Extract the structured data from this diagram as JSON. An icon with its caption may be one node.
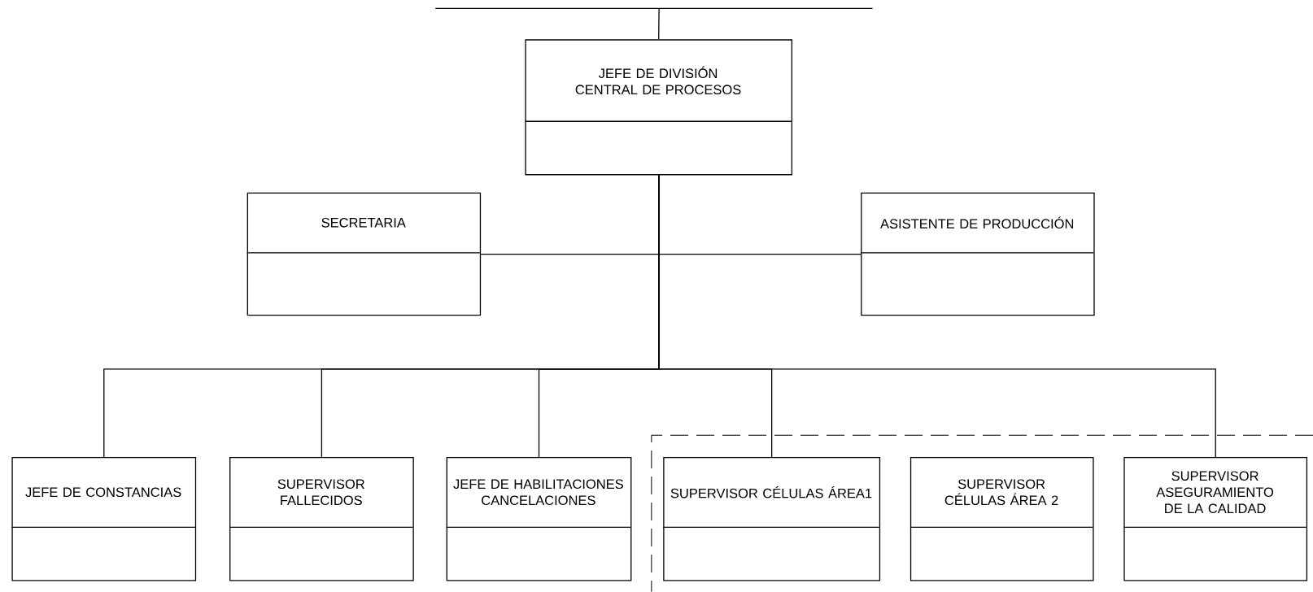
{
  "diagram": {
    "nodes": [
      {
        "text": [
          "JEFE DE DIVISIÓN CENTRAL DE PROCESOS"
        ]
      },
      {
        "text": [
          "SECRETARIA"
        ]
      },
      {
        "text": [
          "ASISTENTE DE PRODUCCIÓN"
        ]
      },
      {
        "text": [
          "JEFE DE CONSTANCIAS"
        ]
      },
      {
        "text": [
          "SUPERVISOR FALLECIDOS"
        ]
      },
      {
        "text": [
          "JEFE DE HABILITACIONES CANCELACIONES"
        ]
      },
      {
        "text": [
          "SUPERVISOR CÉLULAS ÁREA1"
        ]
      },
      {
        "text": [
          "SUPERVISOR CÉLULAS ÁREA 2"
        ]
      },
      {
        "text": [
          "SUPERVISOR ASEGURAMIENTO DE LA CALIDAD"
        ]
      }
    ],
    "edges": [
      {
        "from": null,
        "to": 0,
        "arrow": "none"
      },
      {
        "from": 0,
        "to": 1,
        "arrow": "none"
      },
      {
        "from": 0,
        "to": 2,
        "arrow": "none"
      },
      {
        "from": 0,
        "to": 3,
        "arrow": "none"
      },
      {
        "from": 0,
        "to": 4,
        "arrow": "none"
      },
      {
        "from": 0,
        "to": 5,
        "arrow": "none"
      },
      {
        "from": 0,
        "to": 6,
        "arrow": "none"
      },
      {
        "from": 0,
        "to": 8,
        "arrow": "none"
      }
    ]
  }
}
